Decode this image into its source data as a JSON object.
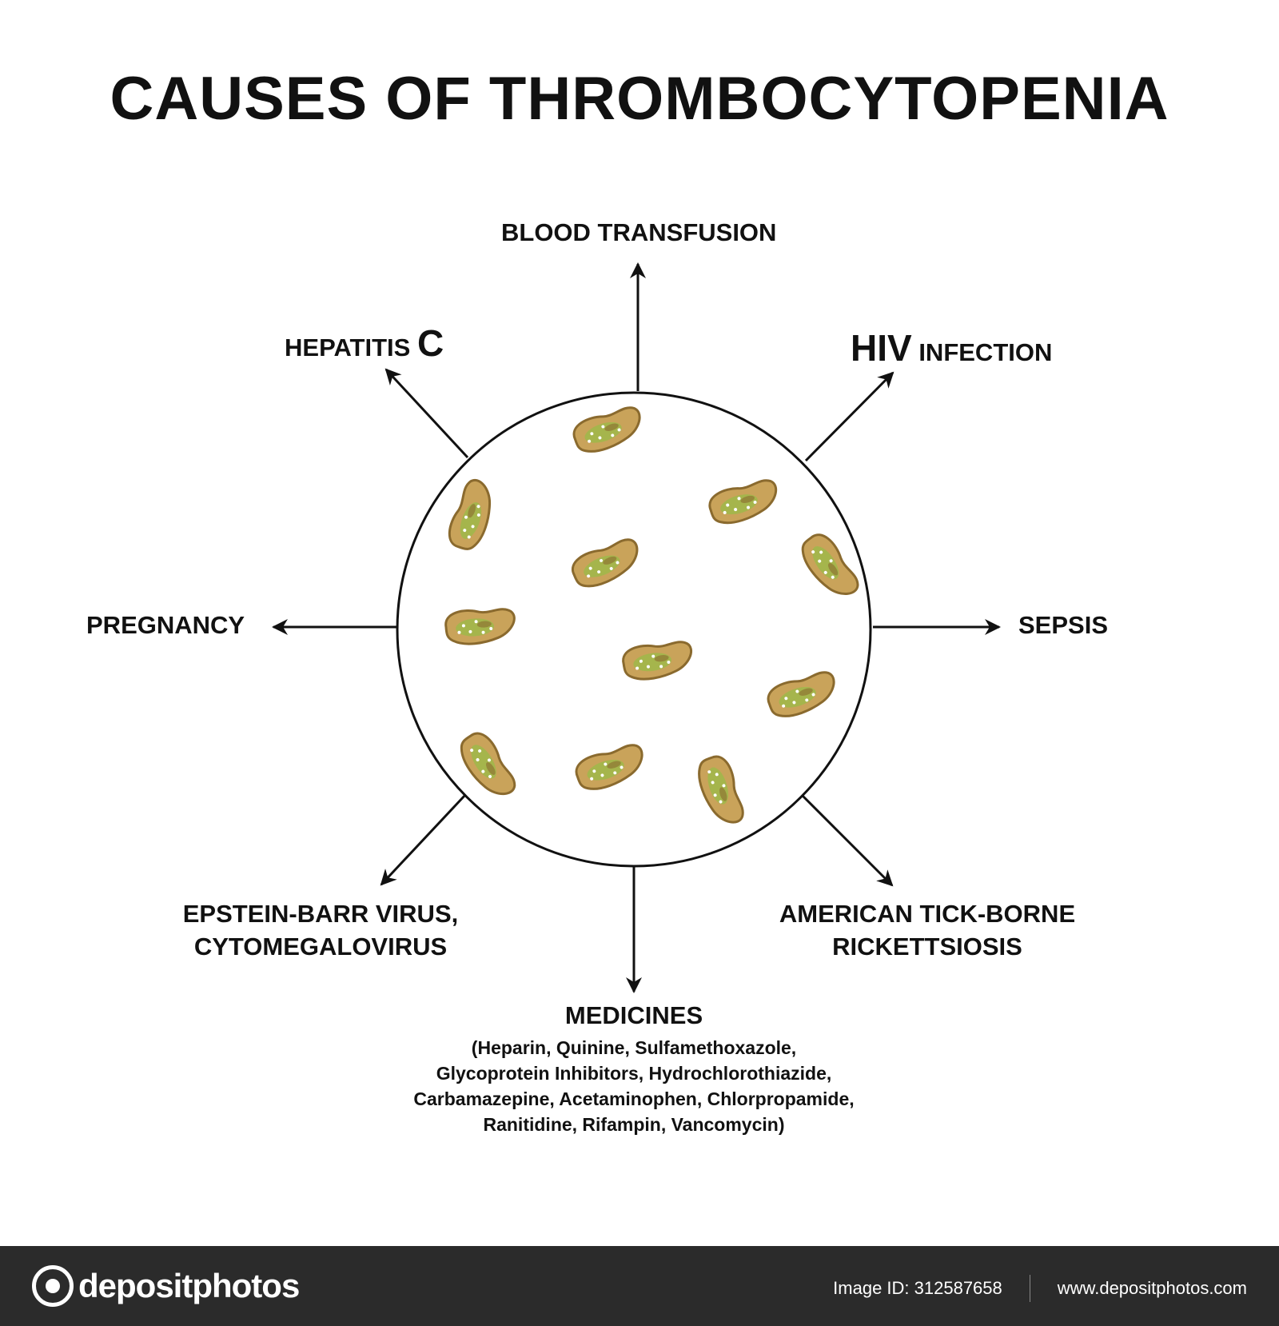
{
  "title": "CAUSES OF THROMBOCYTOPENIA",
  "causes": {
    "top": "BLOOD TRANSFUSION",
    "top_left_prefix": "HEPATITIS",
    "top_left_letter": "C",
    "top_right_prefix": "HIV",
    "top_right_suffix": "INFECTION",
    "left": "PREGNANCY",
    "right": "SEPSIS",
    "bottom_left_line1": "EPSTEIN-BARR VIRUS,",
    "bottom_left_line2": "CYTOMEGALOVIRUS",
    "bottom_right_line1": "AMERICAN TICK-BORNE",
    "bottom_right_line2": "RICKETTSIOSIS",
    "bottom_title": "MEDICINES",
    "bottom_list": [
      "(Heparin, Quinine, Sulfamethoxazole,",
      "Glycoprotein Inhibitors, Hydrochlorothiazide,",
      "Carbamazepine, Acetaminophen, Chlorpropamide,",
      "Ranitidine, Rifampin, Vancomycin)"
    ]
  },
  "colors": {
    "platelet_fill": "#c9a35a",
    "platelet_stroke": "#8a6a2e",
    "platelet_core": "#9fb84a",
    "line": "#111111"
  },
  "footer": {
    "brand": "depositphotos",
    "image_id": "Image ID: 312587658",
    "url": "www.depositphotos.com"
  }
}
